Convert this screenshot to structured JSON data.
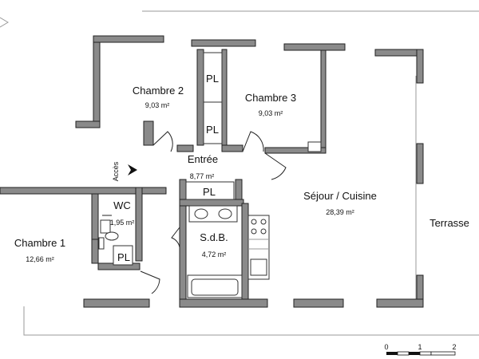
{
  "rooms": [
    {
      "name": "Chambre 2",
      "area": "9,03 m²"
    },
    {
      "name": "Chambre 3",
      "area": "9,03 m²"
    },
    {
      "name": "Entrée",
      "area": "8,77 m²"
    },
    {
      "name": "Séjour / Cuisine",
      "area": "28,39 m²"
    },
    {
      "name": "WC",
      "area": "1,95 m²"
    },
    {
      "name": "Chambre 1",
      "area": "12,66 m²"
    },
    {
      "name": "S.d.B.",
      "area": "4,72 m²"
    }
  ],
  "placards": [
    "PL",
    "PL",
    "PL",
    "PL"
  ],
  "terrasse": "Terrasse",
  "acces": "Accès",
  "scale": {
    "labels": [
      "0",
      "1",
      "2"
    ]
  }
}
